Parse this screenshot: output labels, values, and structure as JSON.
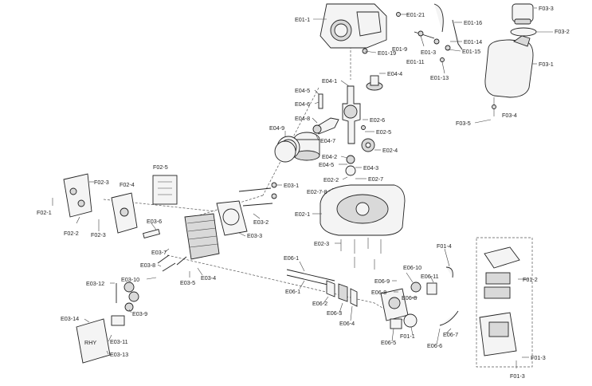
{
  "labels": {
    "E01_1": "E01-1",
    "E01_21": "E01-21",
    "E01_16": "E01-16",
    "E01_14": "E01-14",
    "E01_15": "E01-15",
    "E01_3": "E01-3",
    "E01_9": "E01-9",
    "E01_11": "E01-11",
    "E01_13": "E01-13",
    "E01_19": "E01-19",
    "F03_3": "F03-3",
    "F03_2": "F03-2",
    "F03_1": "F03-1",
    "F03_4": "F03-4",
    "F03_5": "F03-5",
    "E04_1": "E04-1",
    "E04_4": "E04-4",
    "E04_5": "E04-5",
    "E04_6": "E04-6",
    "E04_8": "E04-8",
    "E04_7": "E04-7",
    "E04_9": "E04-9",
    "E02_6": "E02-6",
    "E02_5": "E02-5",
    "E02_4": "E02-4",
    "E04_2": "E04-2",
    "E04_5b": "E04-5",
    "E04_3": "E04-3",
    "E02_2": "E02-2",
    "E02_7": "E02-7",
    "E02_7_8": "E02-7-8",
    "E02_1": "E02-1",
    "E03_1": "E03-1",
    "E03_2": "E03-2",
    "E03_3": "E03-3",
    "F02_3a": "F02-3",
    "F02_4": "F02-4",
    "F02_5": "F02-5",
    "F02_1": "F02-1",
    "F02_2": "F02-2",
    "F02_3b": "F02-3",
    "E03_6": "E03-6",
    "E03_7": "E03-7",
    "E03_8": "E03-8",
    "E03_10": "E03-10",
    "E03_12": "E03-12",
    "E03_5": "E03-5",
    "E03_4": "E03-4",
    "E03_9": "E03-9",
    "E03_14": "E03-14",
    "E03_11": "E03-11",
    "E03_13": "E03-13",
    "E02_3": "E02-3",
    "E06_1a": "E06-1",
    "E06_1b": "E06-1",
    "E06_2": "E06-2",
    "E06_3": "E06-3",
    "E06_4": "E06-4",
    "E06_5": "E06-5",
    "E06_9": "E06-9",
    "E06_10": "E06-10",
    "E06_11": "E06-11",
    "E06_8a": "E06-8",
    "E06_8b": "E06-8",
    "E06_6": "E06-6",
    "E06_7": "E06-7",
    "F01_4": "F01-4",
    "F01_1": "F01-1",
    "F01_2": "F01-2",
    "F01_3a": "F01-3",
    "F01_3b": "F01-3"
  }
}
